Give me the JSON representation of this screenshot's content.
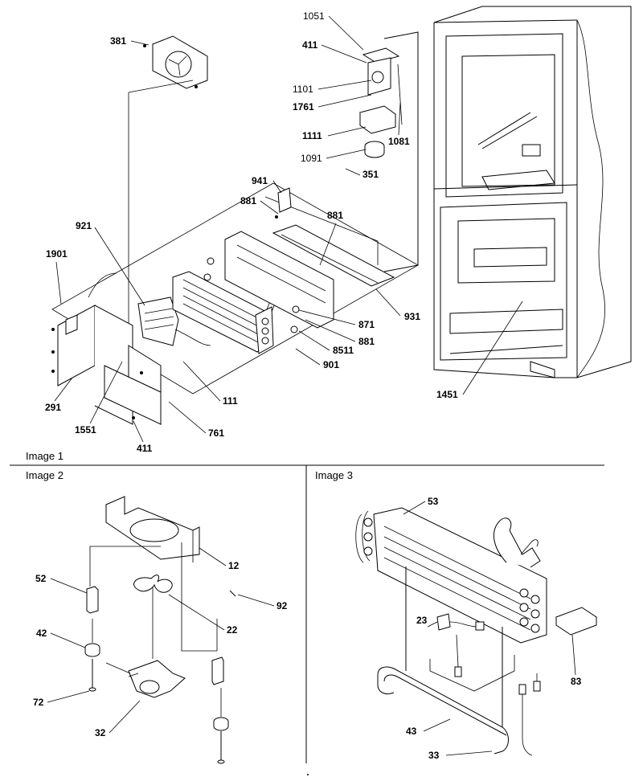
{
  "captions": {
    "image1": "Image 1",
    "image2": "Image 2",
    "image3": "Image 3"
  },
  "labels": {
    "p381": "381",
    "p1051": "1051",
    "p411a": "411",
    "p1101": "1101",
    "p1761": "1761",
    "p1111": "1111",
    "p1081": "1081",
    "p1091": "1091",
    "p351": "351",
    "p941": "941",
    "p881a": "881",
    "p921": "921",
    "p881b": "881",
    "p1901": "1901",
    "p931": "931",
    "p871": "871",
    "p881c": "881",
    "p8511": "8511",
    "p901": "901",
    "p291": "291",
    "p111": "111",
    "p1551": "1551",
    "p761": "761",
    "p411b": "411",
    "p1451": "1451",
    "p12": "12",
    "p52": "52",
    "p92": "92",
    "p22": "22",
    "p42": "42",
    "p72": "72",
    "p32": "32",
    "p53": "53",
    "p23": "23",
    "p83": "83",
    "p43": "43",
    "p33": "33"
  }
}
